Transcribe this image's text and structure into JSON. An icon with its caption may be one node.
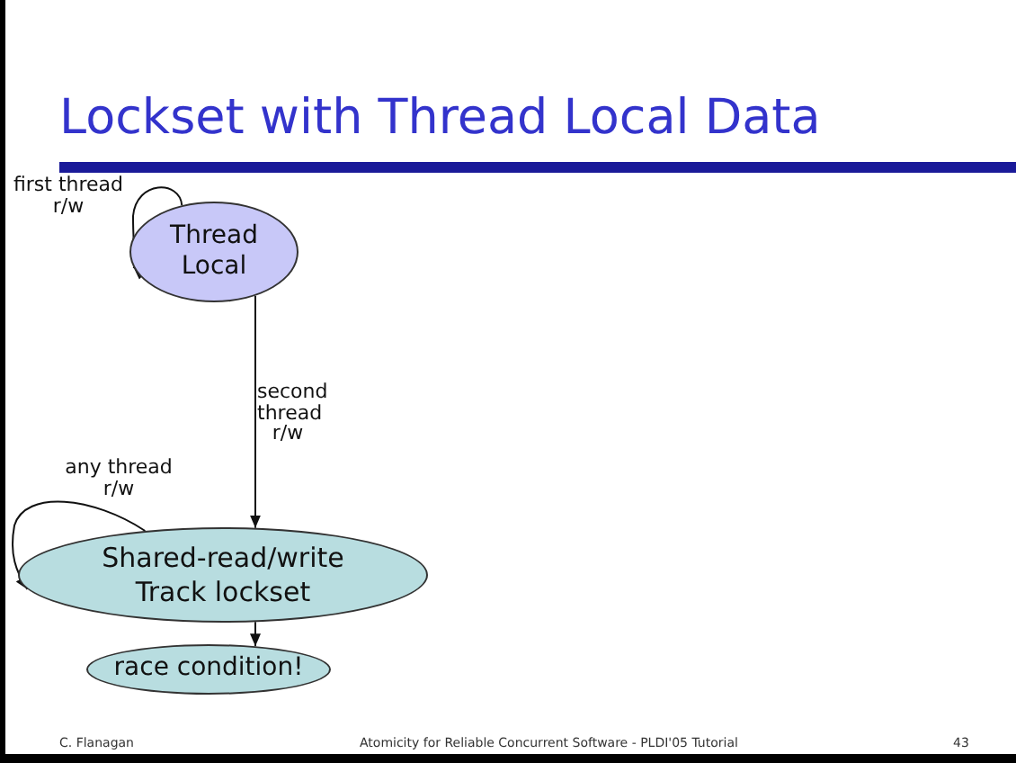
{
  "diagram": {
    "title": "Lockset with Thread Local Data",
    "nodes": [
      {
        "text": [
          "Thread Local"
        ]
      },
      {
        "text": [
          "Shared-read/write Track lockset"
        ]
      },
      {
        "text": [
          "race condition!"
        ]
      }
    ],
    "edges": [
      {
        "from": 0,
        "to": 0,
        "arrow": "to",
        "label": "first thread r/w"
      },
      {
        "from": 0,
        "to": 1,
        "arrow": "to",
        "label": "second thread r/w"
      },
      {
        "from": 1,
        "to": 1,
        "arrow": "to",
        "label": "any thread r/w"
      },
      {
        "from": 1,
        "to": 2,
        "arrow": "to"
      }
    ],
    "labels": [
      "C. Flanagan",
      "Atomicity for Reliable Concurrent Software - PLDI'05 Tutorial",
      "43"
    ]
  }
}
